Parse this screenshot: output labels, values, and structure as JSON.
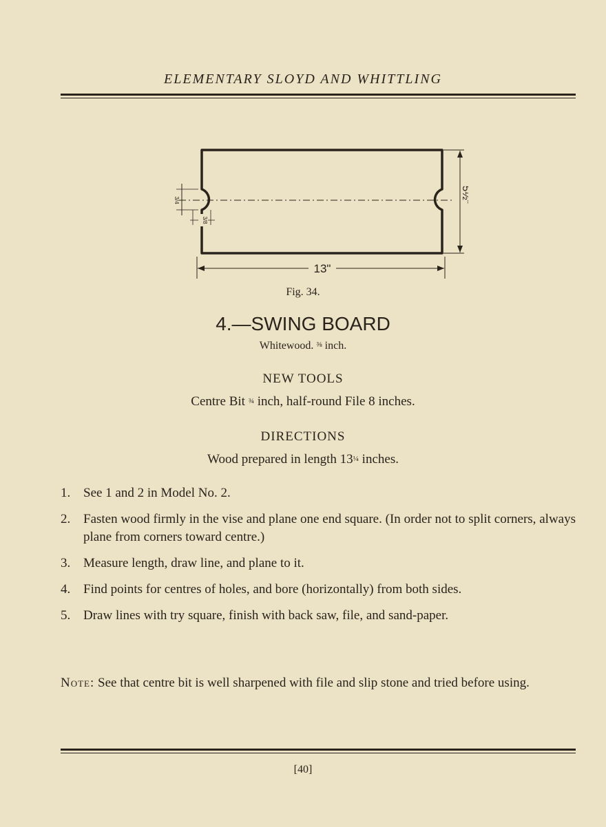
{
  "running_head": "ELEMENTARY SLOYD AND WHITTLING",
  "figure": {
    "dim_length": "13\"",
    "dim_height": "5½\"",
    "dim_notch": "3/4",
    "dim_offset": "3/8",
    "caption": "Fig. 34."
  },
  "model": {
    "title": "4.—SWING BOARD",
    "material_prefix": "Whitewood.",
    "material_frac": "⅜",
    "material_suffix": "inch."
  },
  "new_tools": {
    "heading": "NEW TOOLS",
    "text_a": "Centre Bit",
    "frac": "¾",
    "text_b": "inch, half-round File 8 inches."
  },
  "directions": {
    "heading": "DIRECTIONS",
    "prep_a": "Wood prepared in length 13",
    "prep_frac": "¼",
    "prep_b": "inches.",
    "items": [
      {
        "num": "1.",
        "text": "See 1 and 2 in Model No. 2."
      },
      {
        "num": "2.",
        "text": "Fasten wood firmly in the vise and plane one end square. (In order not to split corners, always plane from corners toward centre.)"
      },
      {
        "num": "3.",
        "text": "Measure length, draw line, and plane to it."
      },
      {
        "num": "4.",
        "text": "Find points for centres of holes, and bore (horizontally) from both sides."
      },
      {
        "num": "5.",
        "text": "Draw lines with try square, finish with back saw, file, and sand-paper."
      }
    ]
  },
  "note": {
    "label": "Note:",
    "text": "See that centre bit is well sharpened with file and slip stone and tried before using."
  },
  "folio": "[40]"
}
